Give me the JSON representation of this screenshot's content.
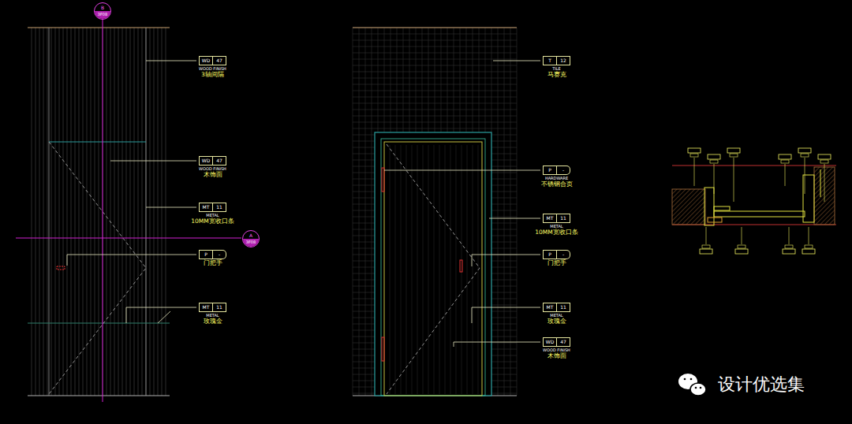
{
  "diagram": {
    "nodes": [
      {
        "text": [
          "B",
          "3F08"
        ]
      },
      {
        "text": [
          "A",
          "3F08"
        ]
      },
      {
        "text": [
          "WD",
          "47",
          "WOOD FINISH",
          "3轴间隔"
        ]
      },
      {
        "text": [
          "WD",
          "47",
          "WOOD FINISH",
          "木饰面"
        ]
      },
      {
        "text": [
          "MT",
          "11",
          "METAL",
          "10MM宽收口条"
        ]
      },
      {
        "text": [
          "P",
          "-",
          "门把手"
        ]
      },
      {
        "text": [
          "MT",
          "11",
          "METAL",
          "玫瑰金"
        ]
      },
      {
        "text": [
          "T",
          "12",
          "TILE",
          "马赛克"
        ]
      },
      {
        "text": [
          "P",
          "-",
          "HARDWARE",
          "不锈钢合页"
        ]
      },
      {
        "text": [
          "MT",
          "11",
          "METAL",
          "10MM宽收口条"
        ]
      },
      {
        "text": [
          "P",
          "-",
          "门把手"
        ]
      },
      {
        "text": [
          "MT",
          "11",
          "METAL",
          "玫瑰金"
        ]
      },
      {
        "text": [
          "WD",
          "47",
          "WOOD FINISH",
          "木饰面"
        ]
      }
    ],
    "labels": [
      "设计优选集"
    ]
  }
}
